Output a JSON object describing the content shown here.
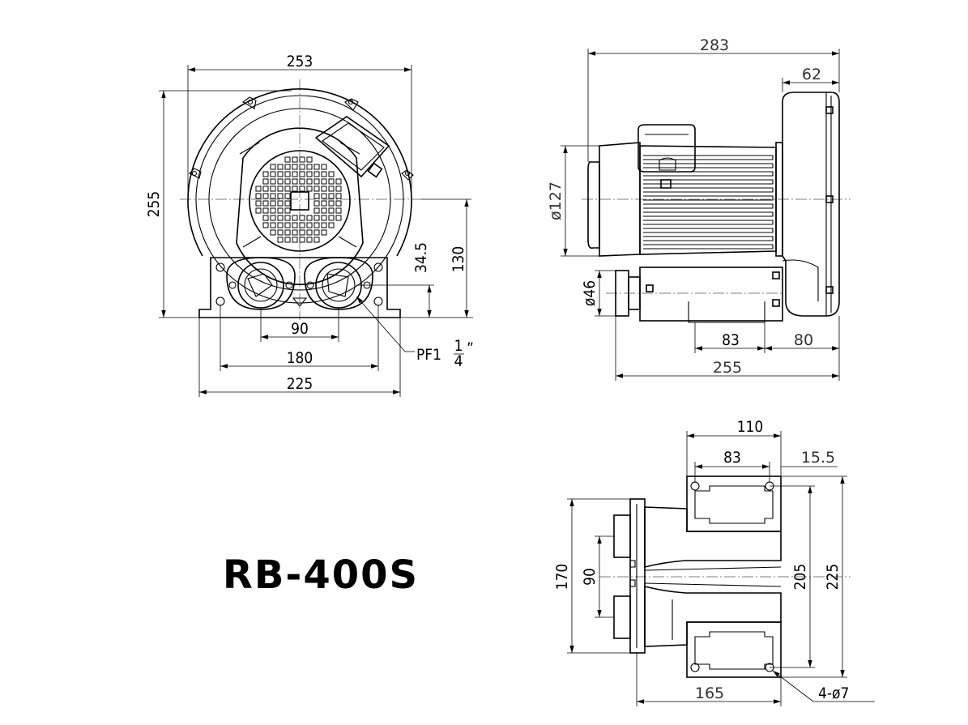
{
  "model": "RB-400S",
  "front_view": {
    "overall_width": "253",
    "overall_height": "255",
    "port_height": "34.5",
    "center_height": "130",
    "port_spacing": "90",
    "foot_spacing": "180",
    "base_width": "225",
    "port_thread_prefix": "PF1",
    "port_thread_num": "1",
    "port_thread_den": "4",
    "port_thread_suffix": "”"
  },
  "side_view": {
    "overall_length": "283",
    "blower_depth": "62",
    "motor_diameter": "ø127",
    "outlet_diameter": "ø46",
    "foot_length": "83",
    "foot_offset": "80",
    "base_length": "255"
  },
  "bottom_view": {
    "width_110": "110",
    "hole_spacing": "83",
    "edge_offset": "15.5",
    "outer_height": "170",
    "port_spacing": "90",
    "hole_height": "205",
    "total_height": "225",
    "base_depth": "165",
    "holes": "4-ø7"
  }
}
